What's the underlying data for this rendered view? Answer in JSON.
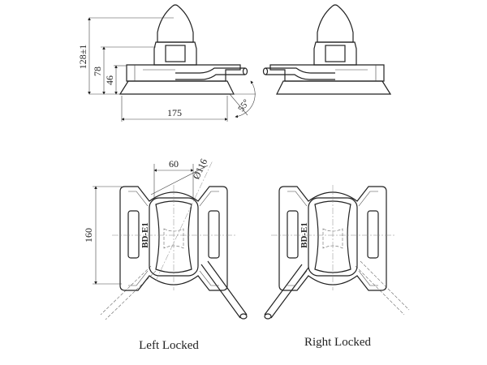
{
  "drawing": {
    "part_marking": "BD-E1",
    "dimensions": {
      "total_height": "128±1",
      "cone_base_height": "78",
      "plate_height": "46",
      "base_length": "175",
      "handle_angle": "55°",
      "slot_width": "60",
      "diameter": "Ø116",
      "body_width": "160"
    },
    "views": {
      "left_label": "Left Locked",
      "right_label": "Right Locked"
    },
    "line_color": "#222222"
  }
}
